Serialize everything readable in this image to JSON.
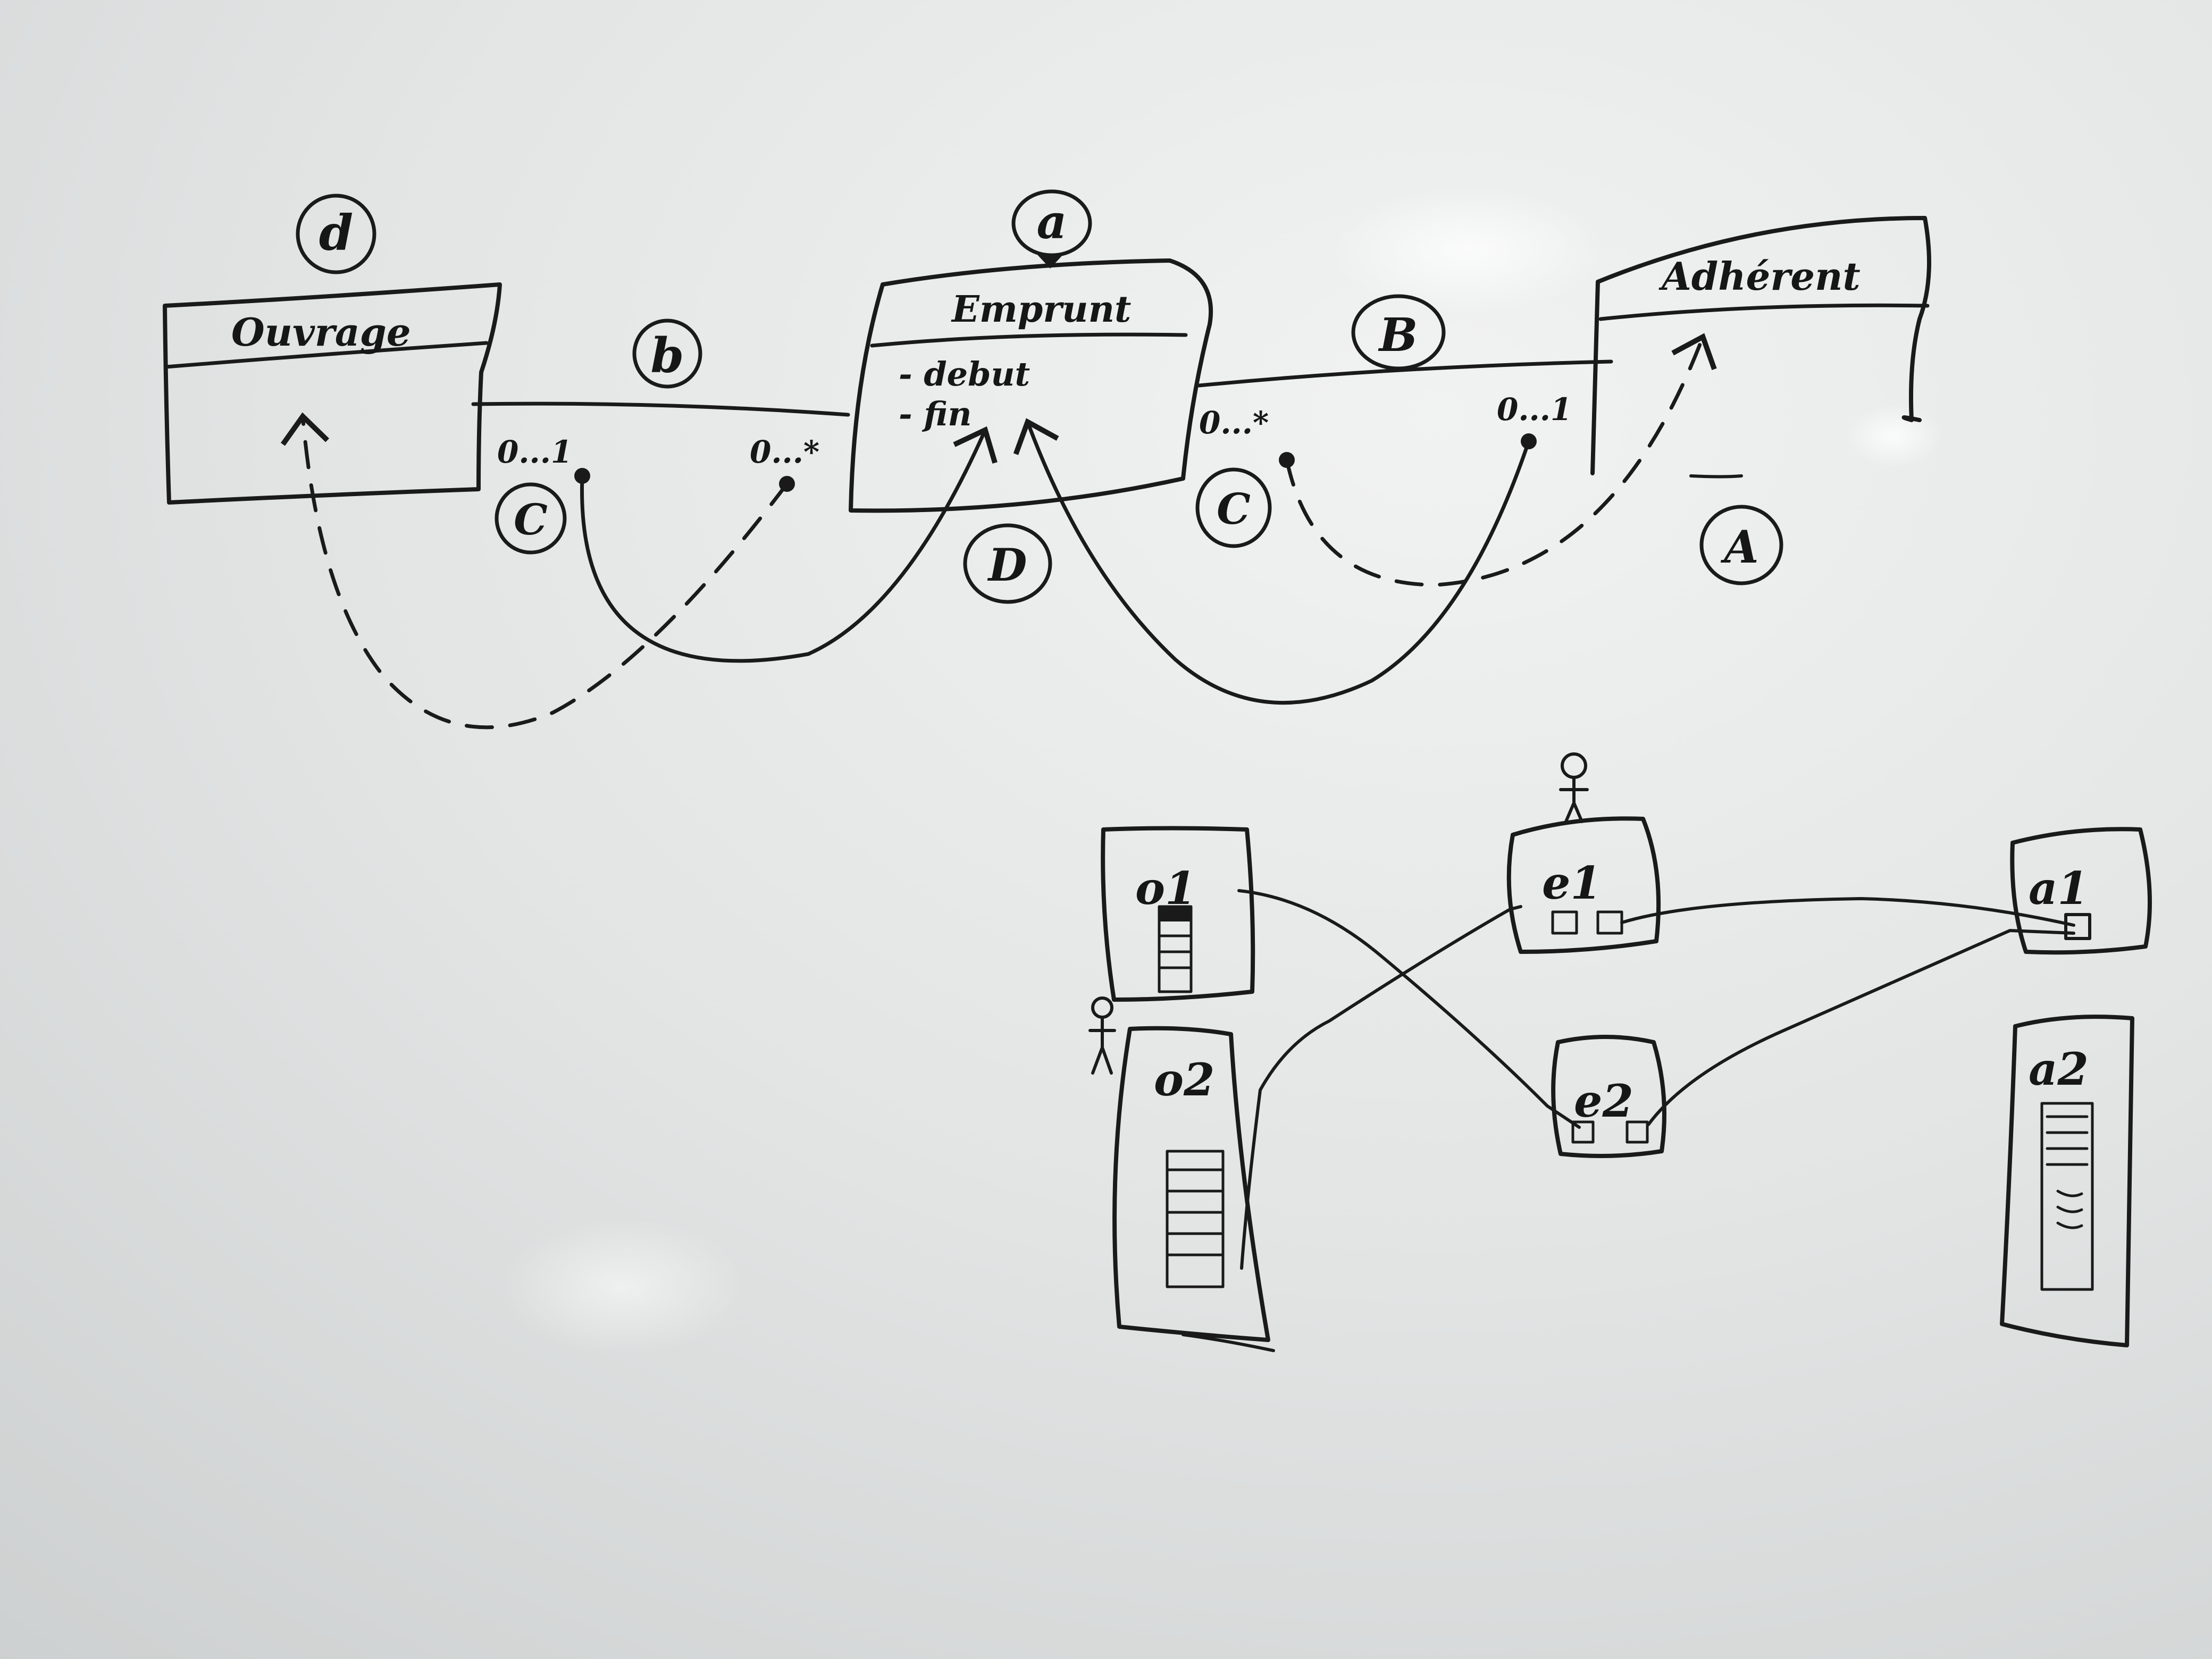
{
  "class_diagram": {
    "classes": {
      "ouvrage": {
        "name": "Ouvrage"
      },
      "emprunt": {
        "name": "Emprunt",
        "attributes": [
          "- debut",
          "- fin"
        ]
      },
      "adherent": {
        "name": "Adhérent"
      }
    },
    "labels": {
      "d": "d",
      "a": "a",
      "b": "b",
      "B": "B",
      "c_left": "C",
      "c_right": "C",
      "D": "D",
      "A": "A"
    },
    "multiplicities": {
      "ouvrage_side": "0...1",
      "emprunt_left_side": "0...*",
      "emprunt_right_side": "0...*",
      "adherent_side": "0...1"
    }
  },
  "object_diagram": {
    "objects": {
      "o1": "o1",
      "o2": "o2",
      "e1": "e1",
      "e2": "e2",
      "a1": "a1",
      "a2": "a2"
    }
  },
  "colors": {
    "board": "#e4e6e6",
    "ink": "#1a1a1a"
  }
}
